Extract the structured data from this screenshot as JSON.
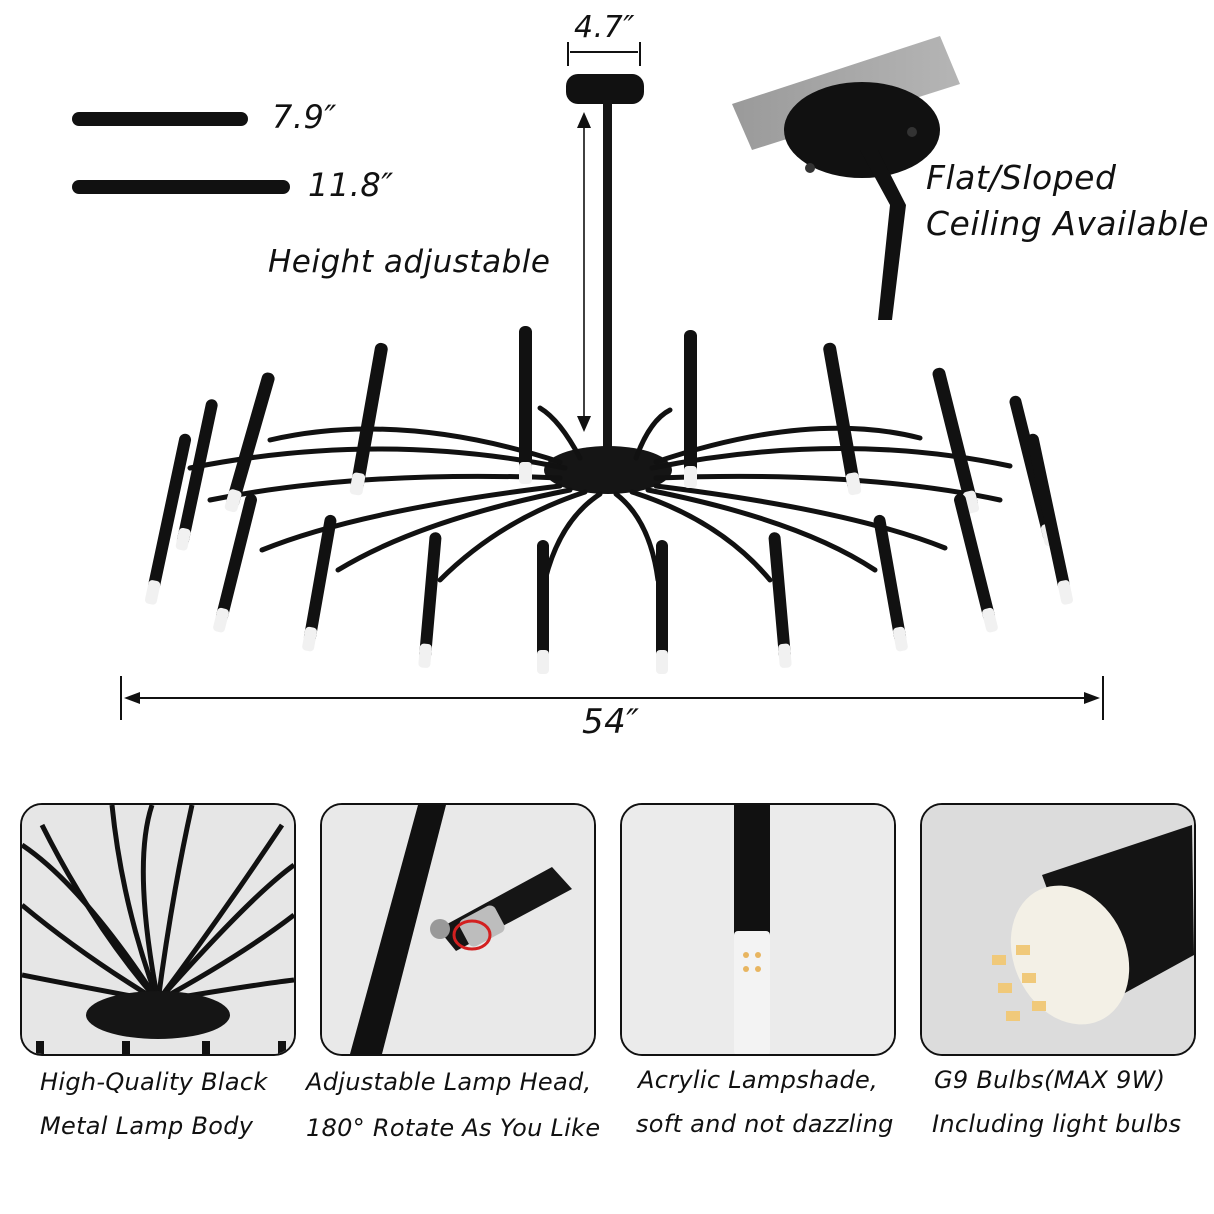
{
  "dimensions": {
    "top_width": "4.7″",
    "arm_short": "7.9″",
    "arm_long": "11.8″",
    "diameter": "54″"
  },
  "labels": {
    "height": "Height adjustable",
    "ceiling_line1": "Flat/Sloped",
    "ceiling_line2": "Ceiling Available"
  },
  "features": [
    {
      "line1": "High-Quality Black",
      "line2": "Metal Lamp Body"
    },
    {
      "line1": "Adjustable Lamp Head,",
      "line2": "180° Rotate As You Like"
    },
    {
      "line1": "Acrylic Lampshade,",
      "line2": "soft and not dazzling"
    },
    {
      "line1": "G9 Bulbs(MAX 9W)",
      "line2": "Including light bulbs"
    }
  ],
  "colors": {
    "metal": "#111111",
    "chrome": "#b8b8b8",
    "shade": "#f1f1f1"
  }
}
